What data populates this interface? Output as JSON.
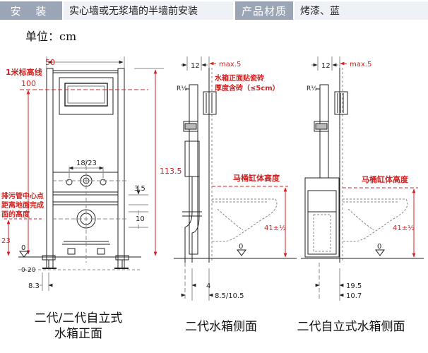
{
  "header": {
    "install_tag": "安  装",
    "install_value": "实心墙或无浆墙的半墙前安装",
    "material_tag": "产品材质",
    "material_value": "烤漆、蓝"
  },
  "unit_label": "单位：cm",
  "front_view": {
    "width": "50",
    "height": "113.5",
    "one_meter_line": "1米标高线",
    "one_meter_value": "100",
    "bolt_spacing": "18/23",
    "dim_3_5": "3.5",
    "dim_10": "10",
    "dim_23": "23",
    "drain_note_1": "排污管中心点",
    "drain_note_2": "距离地面完成",
    "drain_note_3": "面的高度",
    "floor_range": "0-20",
    "dim_8_3": "8.3",
    "zero_mark": "0",
    "caption_1": "二代/二代自立式",
    "caption_2": "水箱正面"
  },
  "side_view_a": {
    "dim_12": "12",
    "max": "max.5",
    "radius": "R½",
    "tile_note_1": "水箱正面贴瓷砖",
    "tile_note_2": "厚度含砖（≤5cm）",
    "bowl_height": "马桶缸体高度",
    "dim_41": "41±½",
    "zero_mark": "0",
    "dim_4": "4",
    "dim_8_5": "8.5/10.5",
    "caption": "二代水箱侧面"
  },
  "side_view_b": {
    "dim_12": "12",
    "max": "max.5",
    "radius": "R½",
    "bowl_height": "马桶缸体高度",
    "dim_41": "41±½",
    "zero_mark": "0",
    "dim_19_5": "19.5",
    "dim_10_7": "10.7",
    "caption": "二代自立式水箱侧面"
  },
  "colors": {
    "header_tag_bg": "#9aa5b6",
    "header_value_bg": "#eef1f6",
    "annotation_red": "#d42020",
    "line": "#222222"
  }
}
